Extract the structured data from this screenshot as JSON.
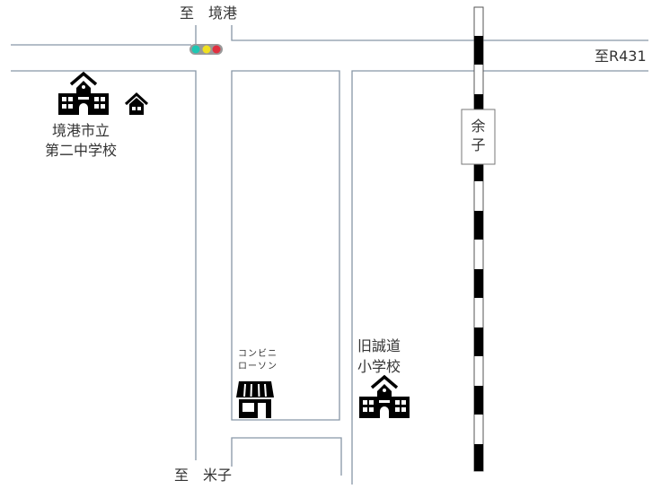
{
  "labels": {
    "to_sakaiminato": "至　境港",
    "to_yonago": "至　米子",
    "to_r431": "至R431",
    "station": [
      "余",
      "子"
    ],
    "school1": [
      "境港市立",
      "第二中学校"
    ],
    "convenience": [
      "コンビニ",
      "ローソン"
    ],
    "school2": [
      "旧誠道",
      "小学校"
    ]
  },
  "colors": {
    "road": "#8796a6",
    "rail": "#000000",
    "signal_green": "#1fc7b3",
    "signal_yellow": "#f0e020",
    "signal_red": "#e03040"
  }
}
